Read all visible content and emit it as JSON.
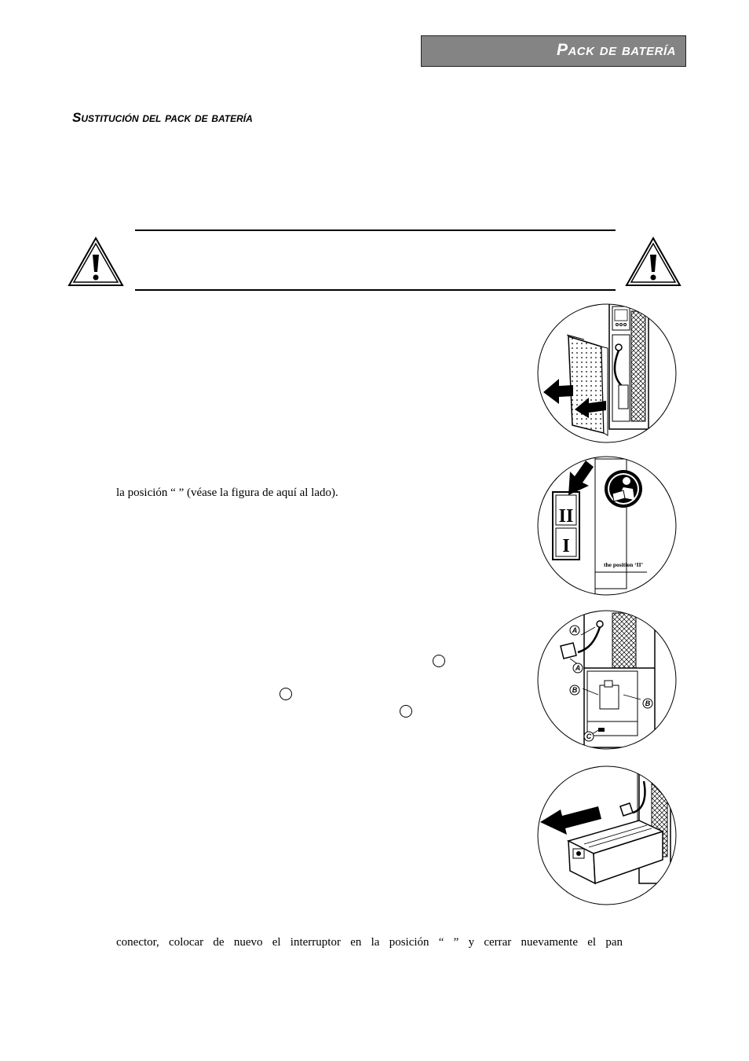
{
  "header": {
    "title": "Pack de batería"
  },
  "section": {
    "title": "Sustitución del pack de batería"
  },
  "text": {
    "line1": "la posición “   ” (véase la figura de aquí al lado).",
    "line2": "conector, colocar de nuevo el interruptor en la posición “ ” y cerrar nuevamente el pan"
  },
  "figure2": {
    "switch_top": "II",
    "switch_bottom": "I",
    "caption": "the position ‘II’"
  },
  "figure3": {
    "labels": [
      "A",
      "A",
      "B",
      "B",
      "C"
    ]
  },
  "icons": [
    "warning-triangle-icon",
    "warning-triangle-icon",
    "manual-reader-icon",
    "arrow-icon"
  ]
}
